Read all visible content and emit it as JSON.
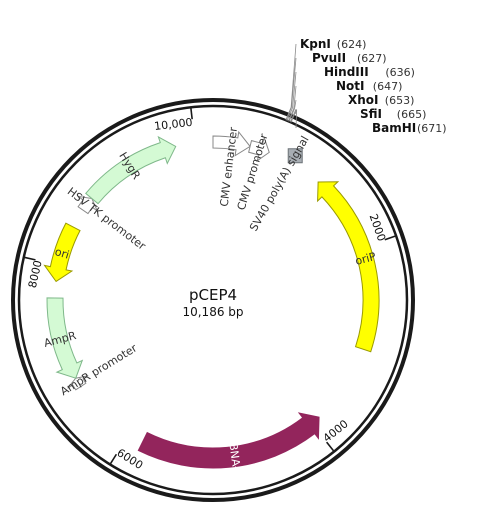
{
  "plasmid": {
    "name": "pCEP4",
    "size_label": "10,186 bp",
    "length": 10186
  },
  "colors": {
    "backbone": "#1a1a1a",
    "promoter_fill": "#ffffff",
    "promoter_stroke": "#888888",
    "polyA_fill": "#a7adb3",
    "oriP_fill": "#ffff00",
    "ori_fill": "#ffff00",
    "ori_stroke": "#9a9a00",
    "marker_fill": "#d4fad4",
    "marker_stroke": "#7fb88a",
    "ebna_fill": "#93255c",
    "ebna_text": "#ffffff",
    "feature_text": "#333333"
  },
  "ticks": [
    {
      "value": 2000,
      "label": "2000"
    },
    {
      "value": 4000,
      "label": "4000"
    },
    {
      "value": 6000,
      "label": "6000"
    },
    {
      "value": 8000,
      "label": "8000"
    },
    {
      "value": 10000,
      "label": "10,000"
    }
  ],
  "sites": [
    {
      "name": "KpnI",
      "pos_label": "(624)",
      "pos": 624
    },
    {
      "name": "PvuII",
      "pos_label": "(627)",
      "pos": 627
    },
    {
      "name": "HindIII",
      "pos_label": "(636)",
      "pos": 636
    },
    {
      "name": "NotI",
      "pos_label": "(647)",
      "pos": 647
    },
    {
      "name": "XhoI",
      "pos_label": "(653)",
      "pos": 653
    },
    {
      "name": "SfiI",
      "pos_label": "(665)",
      "pos": 665
    },
    {
      "name": "BamHI",
      "pos_label": "(671)",
      "pos": 671
    }
  ],
  "features": [
    {
      "id": "cmv-enhancer",
      "name": "CMV enhancer",
      "start": 10186,
      "end": 10570,
      "strand": 1,
      "kind": "promoter"
    },
    {
      "id": "cmv-promoter",
      "name": "CMV promoter",
      "start": 10570,
      "end": 10776,
      "strand": 1,
      "kind": "promoter"
    },
    {
      "id": "sv40-polya",
      "name": "SV40 poly(A) signal",
      "start": 780,
      "end": 900,
      "strand": 0,
      "kind": "polyA"
    },
    {
      "id": "orip",
      "name": "oriP",
      "start": 1180,
      "end": 3060,
      "strand": -1,
      "kind": "oriP"
    },
    {
      "id": "ebna-1",
      "name": "EBNA-1",
      "start": 3900,
      "end": 5840,
      "strand": -1,
      "kind": "ebna"
    },
    {
      "id": "ampr-promoter",
      "name": "AmpR promoter",
      "start": 6700,
      "end": 6800,
      "strand": 1,
      "kind": "promoter"
    },
    {
      "id": "ampr",
      "name": "AmpR",
      "start": 6800,
      "end": 7660,
      "strand": -1,
      "kind": "marker"
    },
    {
      "id": "ori",
      "name": "ori",
      "start": 7830,
      "end": 8420,
      "strand": -1,
      "kind": "ori"
    },
    {
      "id": "hsv-tk-promoter",
      "name": "HSV TK promoter",
      "start": 8620,
      "end": 8770,
      "strand": 1,
      "kind": "promoter"
    },
    {
      "id": "hygr",
      "name": "HygR",
      "start": 8770,
      "end": 9800,
      "strand": 1,
      "kind": "marker"
    }
  ]
}
